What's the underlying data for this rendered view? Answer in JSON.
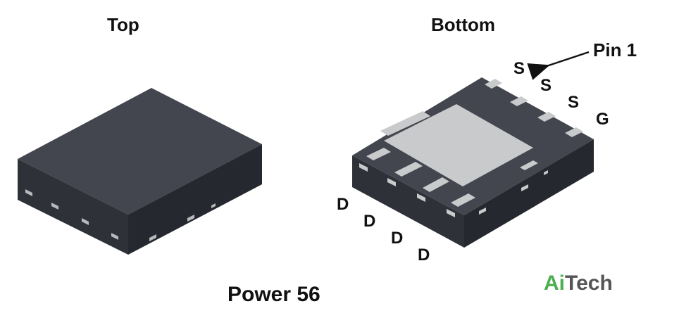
{
  "views": {
    "top_label": "Top",
    "bottom_label": "Bottom"
  },
  "pins": {
    "pin1_label": "Pin 1",
    "source_pins": [
      "S",
      "S",
      "S"
    ],
    "gate_pin": "G",
    "drain_pins": [
      "D",
      "D",
      "D",
      "D"
    ]
  },
  "caption": "Power 56",
  "brand": {
    "part1": "Ai",
    "part2": "Tech",
    "color1": "#4caf50",
    "color2": "#555555"
  },
  "colors": {
    "package_top": "#43464e",
    "package_side_left": "#2c2f36",
    "package_side_right": "#24272d",
    "pad": "#c9cacc"
  }
}
